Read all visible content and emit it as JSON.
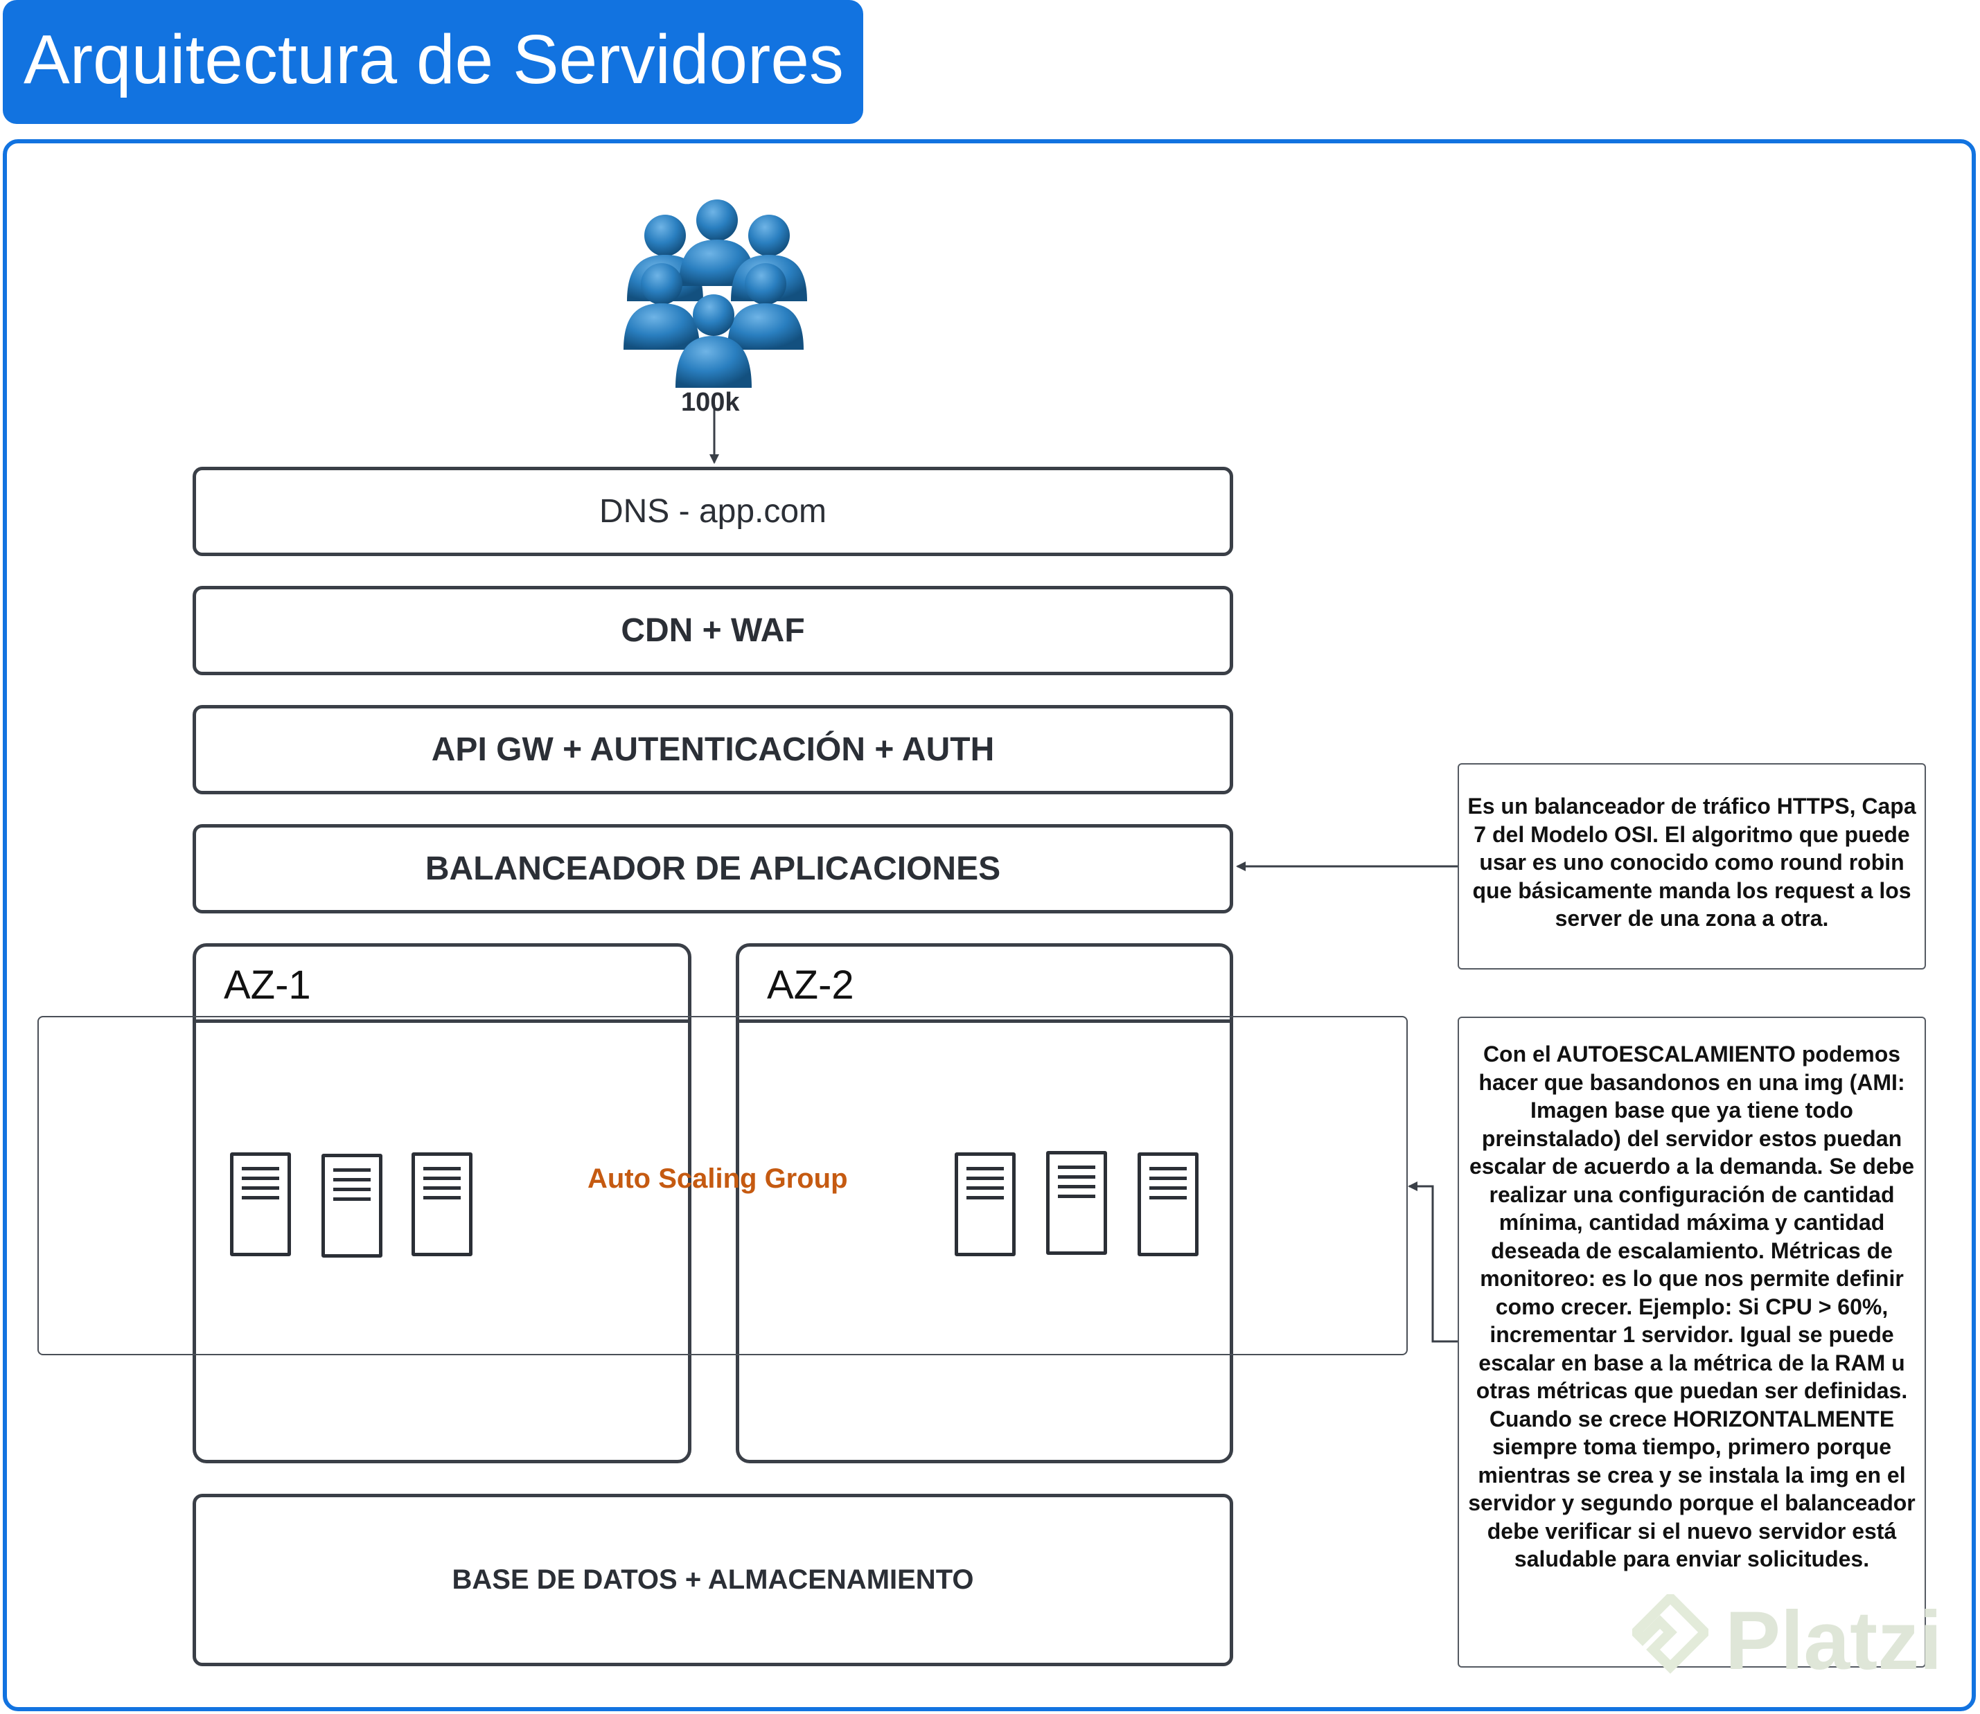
{
  "title": "Arquitectura de Servidores",
  "users": {
    "label": "100k",
    "icon": "user-group-icon"
  },
  "layers": {
    "dns": "DNS - app.com",
    "cdn": "CDN + WAF",
    "api": "API GW + AUTENTICACIÓN + AUTH",
    "balancer": "BALANCEADOR DE APLICACIONES",
    "database": "BASE DE DATOS + ALMACENAMIENTO"
  },
  "zones": {
    "az1": "AZ-1",
    "az2": "AZ-2"
  },
  "asg_label": "Auto Scaling Group",
  "notes": {
    "balancer_note": "Es un balanceador de tráfico HTTPS, Capa 7 del Modelo OSI. El algoritmo que puede usar es uno conocido como round robin que básicamente manda los request a los server de una zona a otra.",
    "autoscaling_note": "Con el AUTOESCALAMIENTO podemos hacer que basandonos en una img (AMI: Imagen base que ya tiene todo preinstalado) del servidor estos puedan escalar de acuerdo a la demanda. Se debe realizar una configuración de cantidad mínima, cantidad máxima y cantidad deseada de escalamiento. Métricas de monitoreo: es lo que nos permite definir como crecer. Ejemplo: Si CPU > 60%, incrementar 1 servidor. Igual se puede escalar en base a la métrica de la RAM u otras métricas que puedan ser definidas. Cuando se crece HORIZONTALMENTE siempre toma tiempo, primero porque mientras se crea y se instala la img en el servidor y segundo porque el balanceador debe verificar si el nuevo servidor está saludable para enviar solicitudes."
  },
  "watermark": "Platzi",
  "colors": {
    "accent": "#1273e0",
    "asg_label": "#c55a11",
    "stroke": "#3a3f47"
  }
}
